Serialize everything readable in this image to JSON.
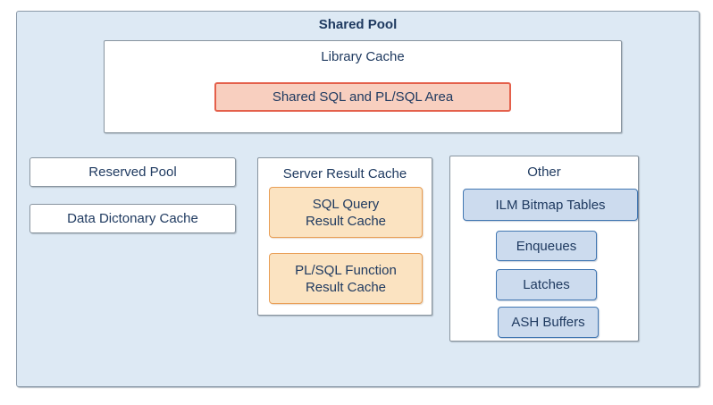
{
  "diagram": {
    "title": "Shared Pool",
    "library_cache": {
      "title": "Library Cache",
      "shared_sql_label": "Shared SQL and PL/SQL Area"
    },
    "left_boxes": [
      "Reserved Pool",
      "Data Dictonary Cache"
    ],
    "server_result_cache": {
      "title": "Server Result Cache",
      "items": [
        {
          "line1": "SQL Query",
          "line2": "Result Cache"
        },
        {
          "line1": "PL/SQL Function",
          "line2": "Result Cache"
        }
      ]
    },
    "other": {
      "title": "Other",
      "items": [
        "ILM Bitmap Tables",
        "Enqueues",
        "Latches",
        "ASH Buffers"
      ]
    },
    "colors": {
      "container_fill": "#dde9f4",
      "container_border": "#8b9aa9",
      "white_box_fill": "#ffffff",
      "white_box_border": "#88949f",
      "salmon_fill": "#f8cfbf",
      "salmon_border": "#e4604b",
      "orange_fill": "#fbe3c1",
      "orange_border": "#e99e55",
      "blue_fill": "#ccdbee",
      "blue_border": "#4277b2",
      "text": "#1f3a60"
    }
  }
}
